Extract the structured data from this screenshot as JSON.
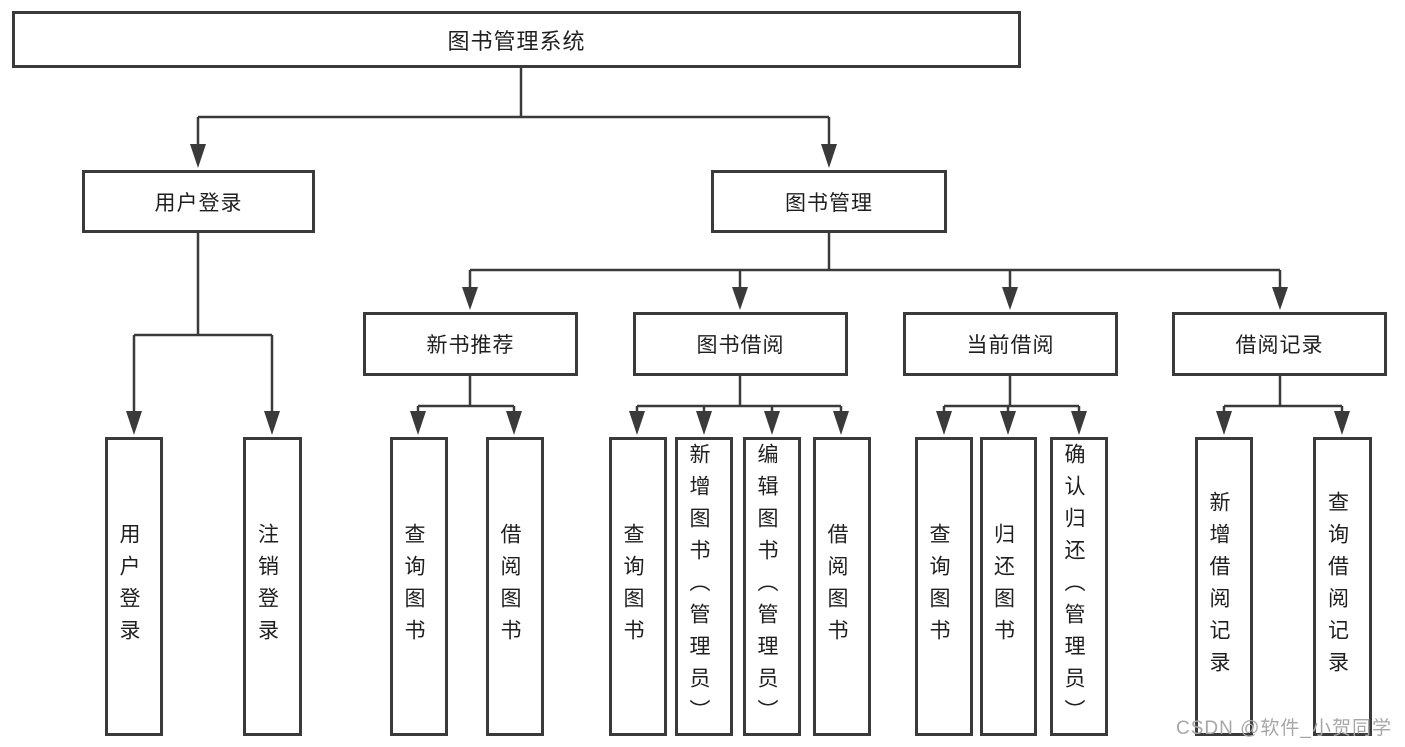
{
  "diagram": {
    "title": "图书管理系统",
    "tree": {
      "root": {
        "label": "图书管理系统"
      },
      "user_login": {
        "label": "用户登录",
        "children": [
          {
            "label": "用户登录"
          },
          {
            "label": "注销登录"
          }
        ]
      },
      "book_management": {
        "label": "图书管理",
        "sections": [
          {
            "label": "新书推荐",
            "children": [
              {
                "label": "查询图书"
              },
              {
                "label": "借阅图书"
              }
            ]
          },
          {
            "label": "图书借阅",
            "children": [
              {
                "label": "查询图书"
              },
              {
                "label": "新增图书（管理员）"
              },
              {
                "label": "编辑图书（管理员）"
              },
              {
                "label": "借阅图书"
              }
            ]
          },
          {
            "label": "当前借阅",
            "children": [
              {
                "label": "查询图书"
              },
              {
                "label": "归还图书"
              },
              {
                "label": "确认归还（管理员）"
              }
            ]
          },
          {
            "label": "借阅记录",
            "children": [
              {
                "label": "新增借阅记录"
              },
              {
                "label": "查询借阅记录"
              }
            ]
          }
        ]
      }
    },
    "colors": {
      "line": "#3a3a3a",
      "text": "#1f1f1f",
      "watermark": "#a7a7a7",
      "background": "#ffffff"
    }
  },
  "watermark": "CSDN @软件_小贺同学"
}
